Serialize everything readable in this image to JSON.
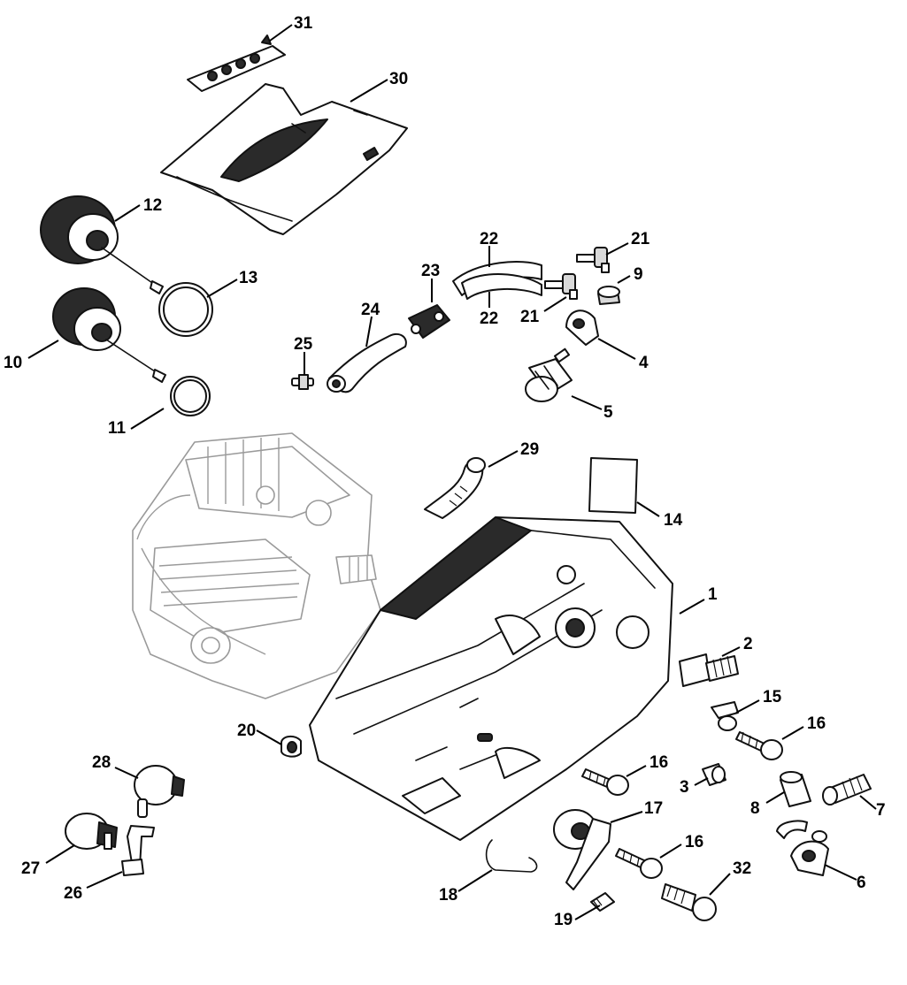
{
  "diagram": {
    "type": "exploded parts diagram",
    "callouts": [
      "1",
      "2",
      "3",
      "4",
      "5",
      "6",
      "7",
      "8",
      "9",
      "10",
      "11",
      "12",
      "13",
      "14",
      "15",
      "16",
      "16",
      "16",
      "17",
      "18",
      "19",
      "20",
      "21",
      "21",
      "22",
      "22",
      "23",
      "24",
      "25",
      "26",
      "27",
      "28",
      "29",
      "30",
      "31",
      "32"
    ]
  }
}
